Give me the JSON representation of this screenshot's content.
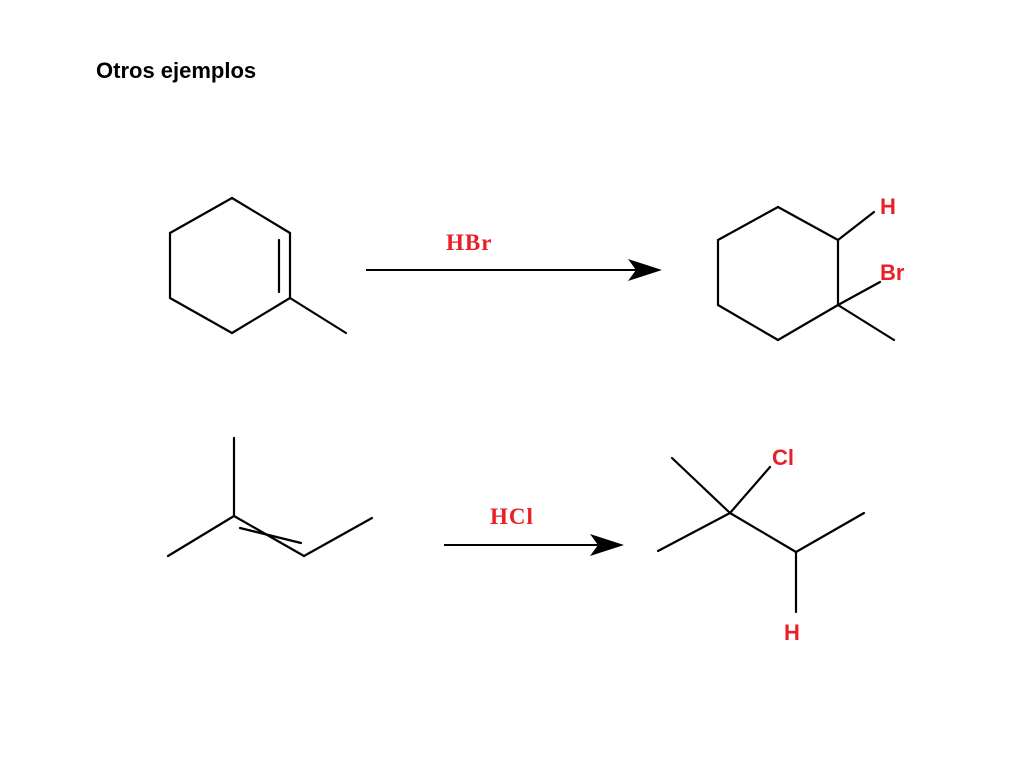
{
  "slide": {
    "title": "Otros ejemplos"
  },
  "colors": {
    "label": "#e8202a",
    "bond": "#000000"
  },
  "reactions": [
    {
      "reagent": "HBr",
      "product_labels": {
        "h": "H",
        "x": "Br"
      }
    },
    {
      "reagent": "HCl",
      "product_labels": {
        "x": "Cl",
        "h": "H"
      }
    }
  ]
}
